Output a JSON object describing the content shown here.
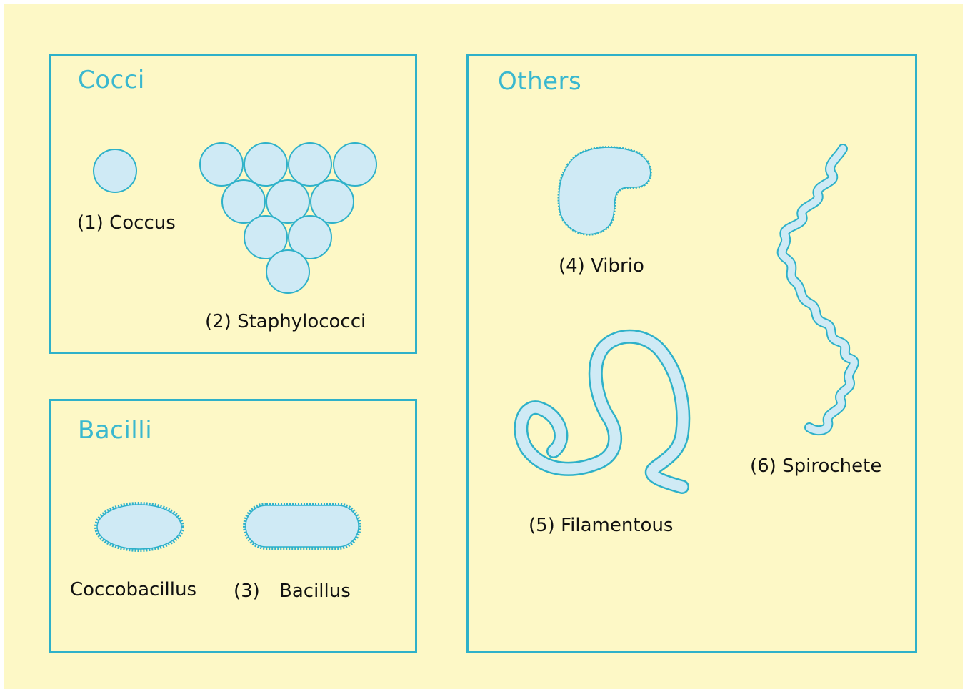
{
  "panels": {
    "cocci": {
      "title": "Cocci"
    },
    "bacilli": {
      "title": "Bacilli"
    },
    "others": {
      "title": "Others"
    }
  },
  "labels": {
    "coccus": "(1) Coccus",
    "staphylococci": "(2) Staphylococci",
    "coccobacillus": "Coccobacillus",
    "bacillus_number": "(3)",
    "bacillus": "Bacillus",
    "vibrio": "(4) Vibrio",
    "filamentous": "(5) Filamentous",
    "spirochete": "(6) Spirochete"
  },
  "colors": {
    "background": "#fdf8c6",
    "outline": "#2eb1c9",
    "cell_fill": "#cfeaf5",
    "title_text": "#3ab8cf"
  }
}
